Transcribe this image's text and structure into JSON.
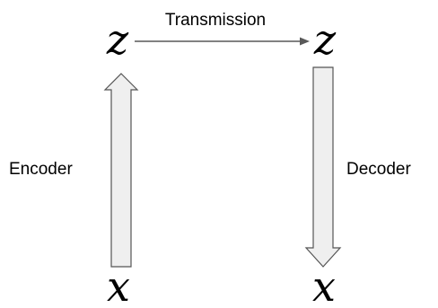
{
  "diagram": {
    "top_left_var": "z",
    "top_right_var": "z",
    "bottom_left_var": "x",
    "bottom_right_var": "x",
    "transmission_label": "Transmission",
    "encoder_label": "Encoder",
    "decoder_label": "Decoder"
  },
  "colors": {
    "arrow_fill": "#efefef",
    "arrow_stroke": "#555555",
    "line": "#595959",
    "text": "#000000"
  }
}
